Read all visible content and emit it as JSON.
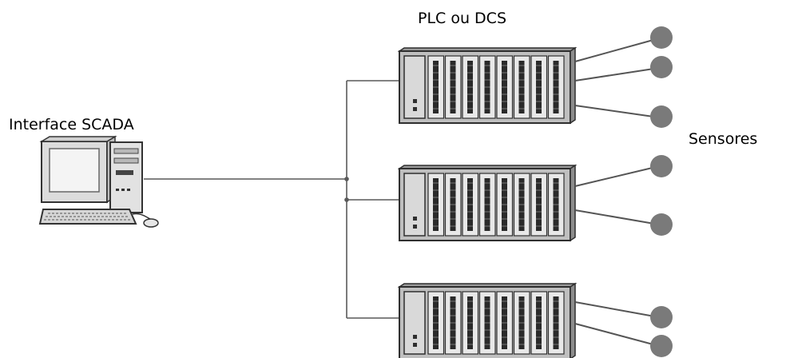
{
  "labels": {
    "plc": "PLC ou DCS",
    "scada": "Interface SCADA",
    "sensors": "Sensores"
  },
  "icons": {
    "workstation": "desktop-computer-icon",
    "controller": "plc-rack-icon",
    "sensor": "sensor-node-icon"
  },
  "colors": {
    "line": "#595959",
    "rack": "#2f2f2f",
    "sensor": "#7a7a7a"
  },
  "racks": [
    {
      "sensor_count": 3
    },
    {
      "sensor_count": 2
    },
    {
      "sensor_count": 2
    }
  ]
}
